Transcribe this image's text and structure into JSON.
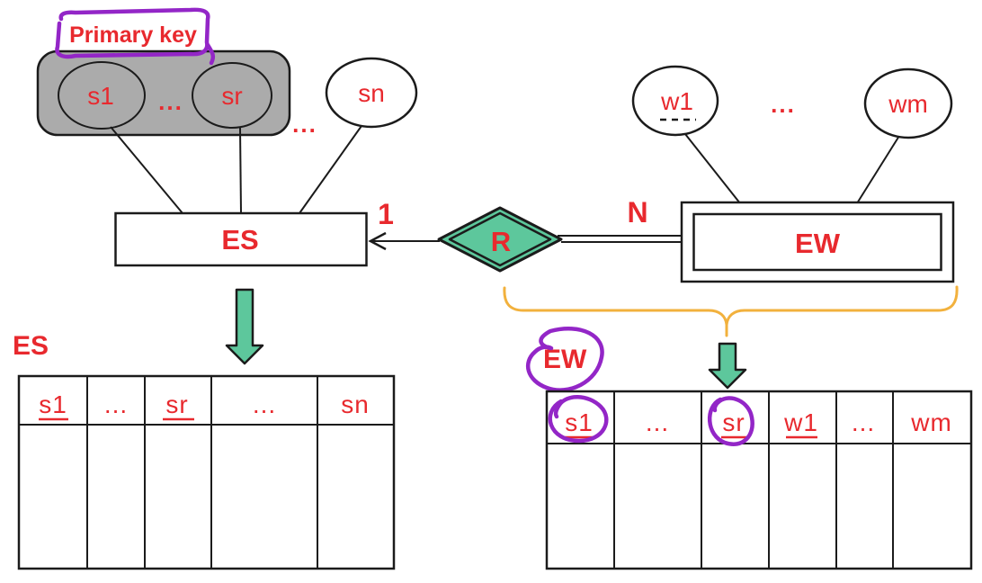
{
  "colors": {
    "red": "#E8292E",
    "green": "#5DC79C",
    "purple": "#9326C7",
    "orange": "#F2B13D",
    "gray_fill": "#ABABAB",
    "line_black": "#1B1B1B"
  },
  "diagram": {
    "primary_key_label": "Primary key",
    "es": {
      "name": "ES",
      "attr_s1": "s1",
      "attr_sr": "sr",
      "attr_sn": "sn",
      "dots_between": "...",
      "dots_after": "..."
    },
    "relationship": {
      "name": "R",
      "cardinality_es": "1",
      "cardinality_ew": "N"
    },
    "ew": {
      "name": "EW",
      "attr_w1": "w1",
      "attr_wm": "wm",
      "dots_between": "..."
    }
  },
  "tables": {
    "es": {
      "title": "ES",
      "columns": [
        "s1",
        "...",
        "sr",
        "...",
        "sn"
      ]
    },
    "ew": {
      "title": "EW",
      "columns": [
        "s1",
        "...",
        "sr",
        "w1",
        "...",
        "wm"
      ]
    }
  }
}
